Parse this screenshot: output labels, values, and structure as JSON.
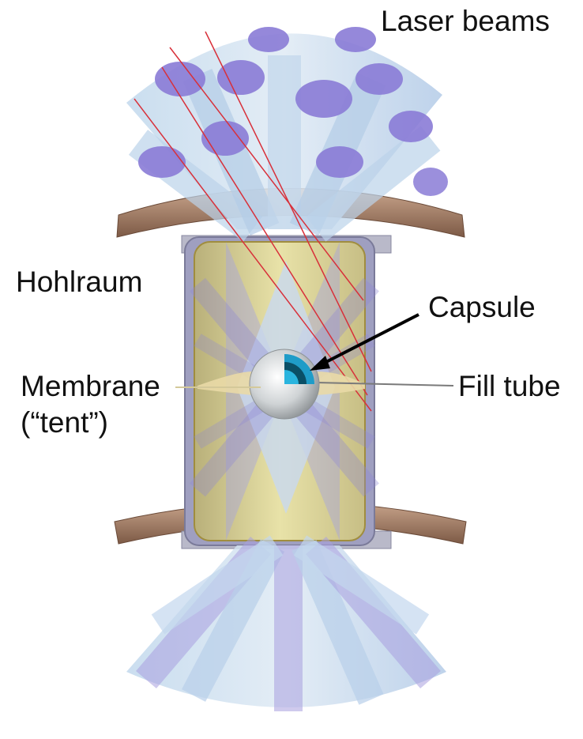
{
  "labels": {
    "laser_beams": "Laser beams",
    "hohlraum": "Hohlraum",
    "capsule": "Capsule",
    "membrane_line1": "Membrane",
    "membrane_line2": "(“tent”)",
    "fill_tube": "Fill tube"
  },
  "colors": {
    "beam_purple": "#8a7bd6",
    "beam_light": "#c7def0",
    "hohlraum_wall": "#d8cf8a",
    "flange_bronze": "#a07a62",
    "capsule_shell": "#cfd3d5",
    "capsule_core": "#1f9cc8",
    "ray_red": "#d8303a",
    "arrow": "#000000"
  }
}
